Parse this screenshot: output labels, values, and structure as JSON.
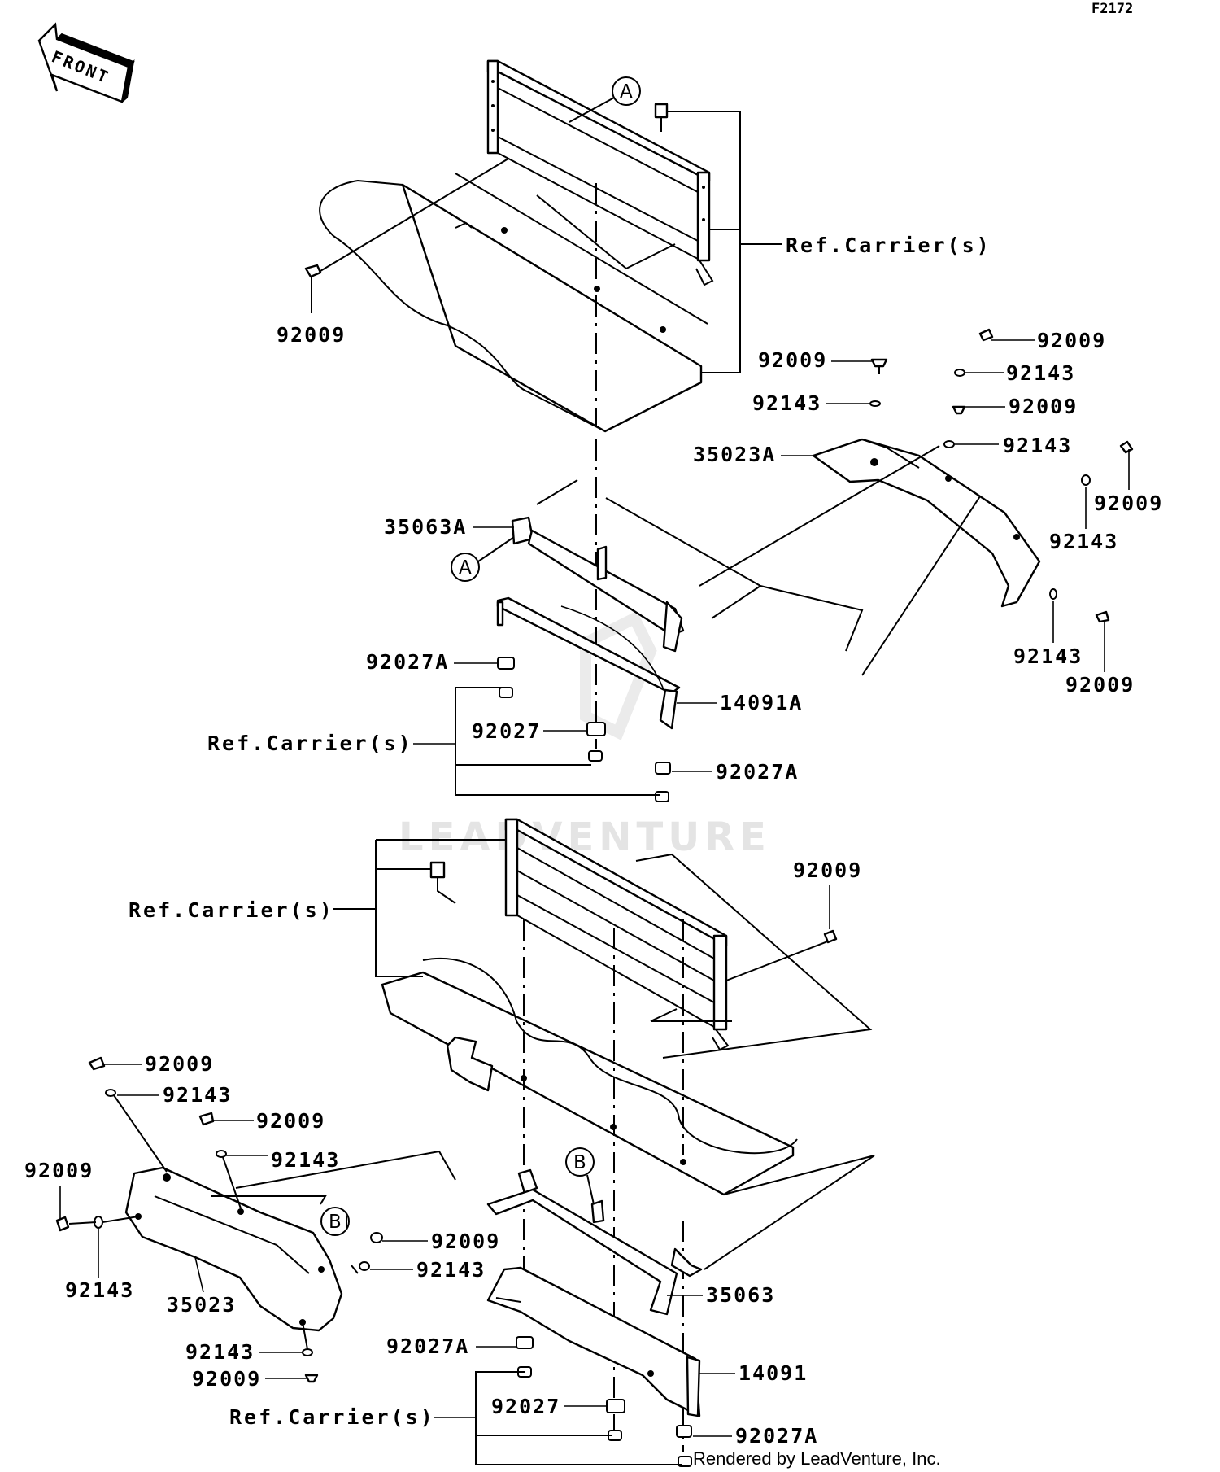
{
  "figure_id": "F2172",
  "front_arrow": {
    "text": "FRONT",
    "icon": "front-direction-arrow-icon"
  },
  "watermark": "LEADVENTURE",
  "footer": "Rendered by LeadVenture, Inc.",
  "callouts": {
    "a": "A",
    "b": "B"
  },
  "ref_carrier": "Ref.Carrier(s)",
  "parts": {
    "p92009": "92009",
    "p92143": "92143",
    "p92027": "92027",
    "p92027A": "92027A",
    "p35023": "35023",
    "p35023A": "35023A",
    "p35063": "35063",
    "p35063A": "35063A",
    "p14091": "14091",
    "p14091A": "14091A"
  },
  "colors": {
    "line": "#000000",
    "background": "#ffffff",
    "watermark": "#e4e4e4"
  }
}
